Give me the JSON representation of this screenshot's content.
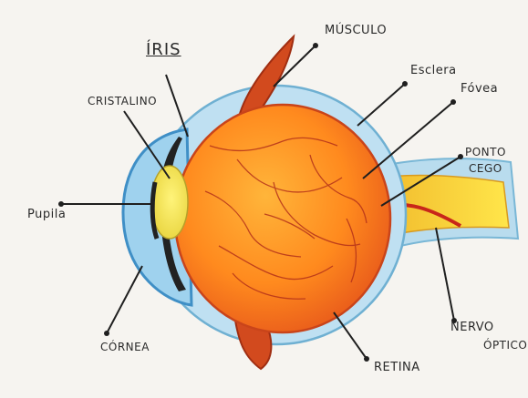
{
  "labels": {
    "iris": "ÍRIS",
    "musculo": "MÚSCULO",
    "cristalino": "CRISTALINO",
    "esclera": "Esclera",
    "fovea": "Fóvea",
    "ponto_cego": [
      "PONTO",
      "CEGO"
    ],
    "pupila": "Pupila",
    "cornea": "CÓRNEA",
    "retina": "RETINA",
    "nervo_optico": [
      "NERVO",
      "ÓPTICO"
    ]
  }
}
